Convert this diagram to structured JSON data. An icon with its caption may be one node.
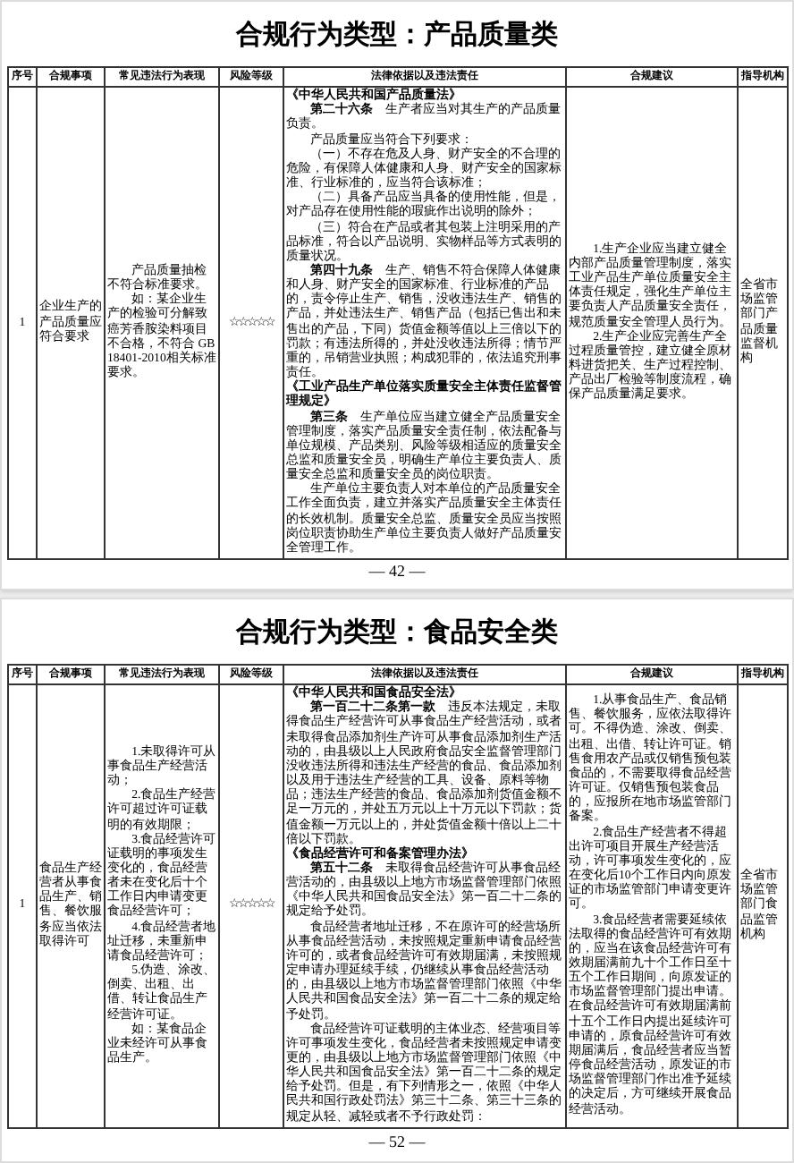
{
  "diagram": {
    "labels": [
      "合规行为类型：产品质量类",
      "序号",
      "合规事项",
      "常见违法行为表现",
      "风险等级",
      "法律依据以及违法责任",
      "合规建议",
      "指导机构",
      "1",
      "企业生产的产品质量应符合要求",
      "产品质量抽检不符合标准要求。",
      "如：某企业生产的检验可分解致癌芳香胺染料项目不合格，不符合 GB 18401-2010相关标准要求。",
      "☆☆☆☆☆",
      "《中华人民共和国产品质量法》",
      "**第二十六条**　生产者应当对其生产的产品质量负责。",
      "产品质量应当符合下列要求：",
      "（一）不存在危及人身、财产安全的不合理的危险，有保障人体健康和人身、财产安全的国家标准、行业标准的，应当符合该标准；",
      "（二）具备产品应当具备的使用性能，但是，对产品存在使用性能的瑕疵作出说明的除外；",
      "（三）符合在产品或者其包装上注明采用的产品标准，符合以产品说明、实物样品等方式表明的质量状况。",
      "**第四十九条**　生产、销售不符合保障人体健康和人身、财产安全的国家标准、行业标准的产品的，责令停止生产、销售，没收违法生产、销售的产品，并处违法生产、销售产品（包括已售出和未售出的产品，下同）货值金额等值以上三倍以下的罚款；有违法所得的，并处没收违法所得；情节严重的，吊销营业执照；构成犯罪的，依法追究刑事责任。",
      "《工业产品生产单位落实质量安全主体责任监督管理规定》",
      "**第三条**　生产单位应当建立健全产品质量安全管理制度，落实产品质量安全责任制，依法配备与单位规模、产品类别、风险等级相适应的质量安全总监和质量安全员，明确生产单位主要负责人、质量安全总监和质量安全员的岗位职责。",
      "生产单位主要负责人对本单位的产品质量安全工作全面负责，建立并落实产品质量安全主体责任的长效机制。质量安全总监、质量安全员应当按照岗位职责协助生产单位主要负责人做好产品质量安全管理工作。",
      "1.生产企业应当建立健全内部产品质量管理制度，落实工业产品生产单位质量安全主体责任规定，强化生产单位主要负责人产品质量安全责任，规范质量安全管理人员行为。",
      "2.生产企业应完善生产全过程质量管控，建立健全原材料进货把关、生产过程控制、产品出厂检验等制度流程，确保产品质量满足要求。",
      "全省市场监管部门产品质量监督机构",
      "— 42 —",
      "合规行为类型：食品安全类",
      "序号",
      "合规事项",
      "常见违法行为表现",
      "风险等级",
      "法律依据以及违法责任",
      "合规建议",
      "指导机构",
      "1",
      "食品生产经营者从事食品生产、销售、餐饮服务应当依法取得许可",
      "1.未取得许可从事食品生产经营活动；",
      "2.食品生产经营许可超过许可证载明的有效期限；",
      "3.食品经营许可证载明的事项发生变化的，食品经营者未在变化后十个工作日内申请变更食品经营许可；",
      "4.食品经营者地址迁移，未重新申请食品经营许可；",
      "5.伪造、涂改、倒卖、出租、出借、转让食品生产经营许可证。",
      "如：某食品企业未经许可从事食品生产。",
      "☆☆☆☆☆",
      "《中华人民共和国食品安全法》",
      "**第一百二十二条第一款**　违反本法规定，未取得食品生产经营许可从事食品生产经营活动，或者未取得食品添加剂生产许可从事食品添加剂生产活动的，由县级以上人民政府食品安全监督管理部门没收违法所得和违法生产经营的食品、食品添加剂以及用于违法生产经营的工具、设备、原料等物品；违法生产经营的食品、食品添加剂货值金额不足一万元的，并处五万元以上十万元以下罚款；货值金额一万元以上的，并处货值金额十倍以上二十倍以下罚款。",
      "《食品经营许可和备案管理办法》",
      "**第五十二条**　未取得食品经营许可从事食品经营活动的，由县级以上地方市场监督管理部门依照《中华人民共和国食品安全法》第一百二十二条的规定给予处罚。",
      "食品经营者地址迁移，不在原许可的经营场所从事食品经营活动，未按照规定重新申请食品经营许可的，或者食品经营许可有效期届满，未按照规定申请办理延续手续，仍继续从事食品经营活动的，由县级以上地方市场监督管理部门依照《中华人民共和国食品安全法》第一百二十二条的规定给予处罚。",
      "食品经营许可证载明的主体业态、经营项目等许可事项发生变化，食品经营者未按照规定申请变更的，由县级以上地方市场监督管理部门依照《中华人民共和国食品安全法》第一百二十二条的规定给予处罚。但是，有下列情形之一，依照《中华人民共和国行政处罚法》第三十二条、第三十三条的规定从轻、减轻或者不予行政处罚：",
      "1.从事食品生产、食品销售、餐饮服务，应依法取得许可。不得伪造、涂改、倒卖、出租、出借、转让许可证。销售食用农产品或仅销售预包装食品的，不需要取得食品经营许可证。仅销售预包装食品的，应报所在地市场监管部门备案。",
      "2.食品生产经营者不得超出许可项目开展生产经营活动，许可事项发生变化的，应在变化后10个工作日内向原发证的市场监管部门申请变更许可。",
      "3.食品经营者需要延续依法取得的食品经营许可有效期的，应当在该食品经营许可有效期届满前九十个工作日至十五个工作日期间，向原发证的市场监督管理部门提出申请。在食品经营许可有效期届满前十五个工作日内提出延续许可申请的，原食品经营许可有效期届满后，食品经营者应当暂停食品经营活动，原发证的市场监督管理部门作出准予延续的决定后，方可继续开展食品经营活动。",
      "全省市场监管部门食品监管机构",
      "— 52 —"
    ]
  }
}
